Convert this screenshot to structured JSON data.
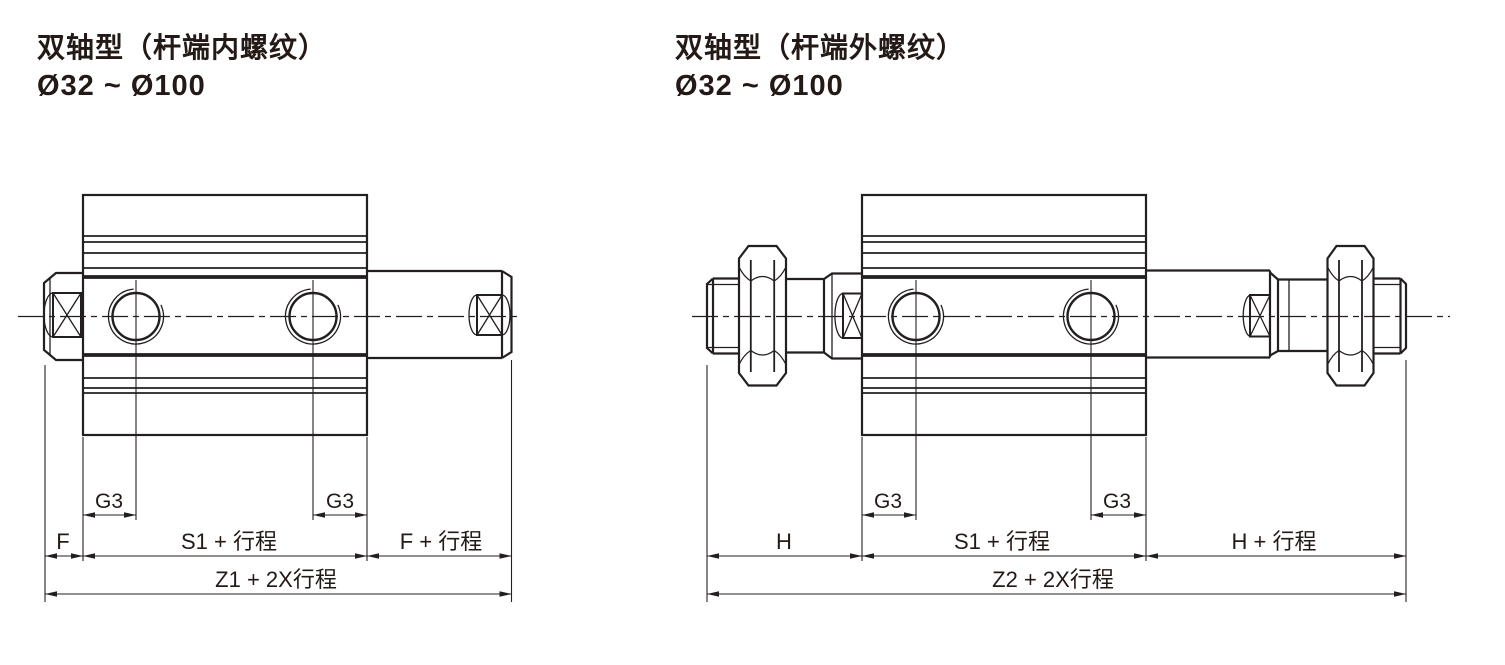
{
  "page": {
    "background": "#ffffff",
    "line_color": "#231f20",
    "text_color": "#231916"
  },
  "left_diagram": {
    "title": "双轴型（杆端内螺纹）",
    "size_range": "Ø32 ~ Ø100",
    "dimensions": {
      "g3_left": "G3",
      "g3_right": "G3",
      "f": "F",
      "s1_stroke": "S1 + 行程",
      "f_stroke": "F + 行程",
      "z_total": "Z1 + 2X行程"
    }
  },
  "right_diagram": {
    "title": "双轴型（杆端外螺纹）",
    "size_range": "Ø32 ~ Ø100",
    "dimensions": {
      "g3_left": "G3",
      "g3_right": "G3",
      "h": "H",
      "s1_stroke": "S1 + 行程",
      "h_stroke": "H + 行程",
      "z_total": "Z2 + 2X行程"
    }
  }
}
